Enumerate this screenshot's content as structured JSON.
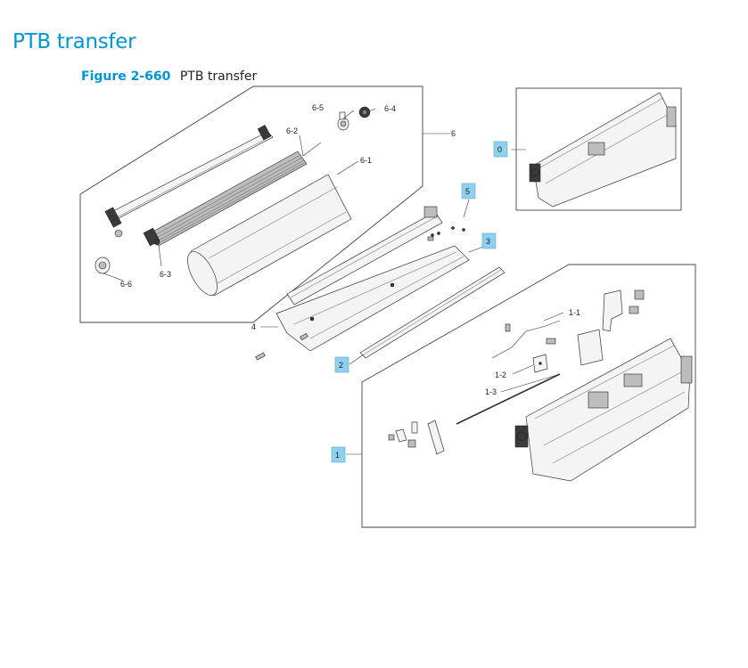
{
  "page": {
    "title": "PTB transfer"
  },
  "figure": {
    "number": "Figure 2-660",
    "caption": "PTB transfer"
  },
  "labels": {
    "p6_5": "6-5",
    "p6_4": "6-4",
    "p6": "6",
    "p6_2": "6-2",
    "p6_1": "6-1",
    "p6_3": "6-3",
    "p6_6": "6-6",
    "p4": "4",
    "p1_1": "1-1",
    "p1_2": "1-2",
    "p1_3": "1-3"
  },
  "callouts": {
    "c0": "0",
    "c1": "1",
    "c2": "2",
    "c3": "3",
    "c5": "5"
  },
  "colors": {
    "heading": "#0096d6",
    "callout_fill": "#8fd0ef"
  }
}
